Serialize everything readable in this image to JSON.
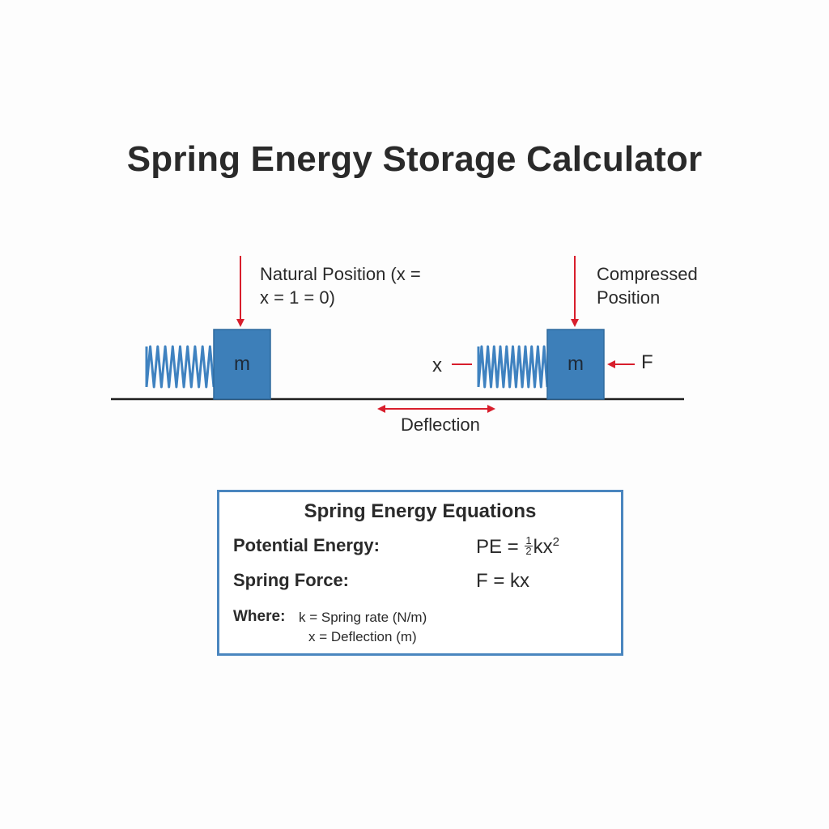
{
  "title": "Spring Energy Storage Calculator",
  "diagram": {
    "natural_label_line1": "Natural Position (x =",
    "natural_label_line2": "x = 1 = 0)",
    "compressed_label_line1": "Compressed",
    "compressed_label_line2": "Position",
    "mass_symbol": "m",
    "x_label": "x",
    "f_label": "F",
    "deflection_label": "Deflection"
  },
  "equations": {
    "heading": "Spring Energy Equations",
    "potential_energy_label": "Potential Energy:",
    "pe_prefix": "PE = ",
    "pe_frac_num": "1",
    "pe_frac_den": "2",
    "pe_suffix": "kx",
    "pe_exponent": "2",
    "spring_force_label": "Spring Force:",
    "spring_force_formula": "F = kx",
    "where_label": "Where:",
    "where_k": "k = Spring rate (N/m)",
    "where_x": "x = Deflection (m)"
  },
  "colors": {
    "spring": "#3f82c0",
    "mass_fill": "#3d7fb9",
    "mass_border": "#2f6a9d",
    "arrow": "#d81e2c",
    "ground": "#1f1f1f",
    "box_border": "#4a86bf"
  },
  "icons": {
    "spring_natural": "coil-spring-icon",
    "spring_compressed": "compressed-spring-icon",
    "mass": "mass-block-icon"
  }
}
